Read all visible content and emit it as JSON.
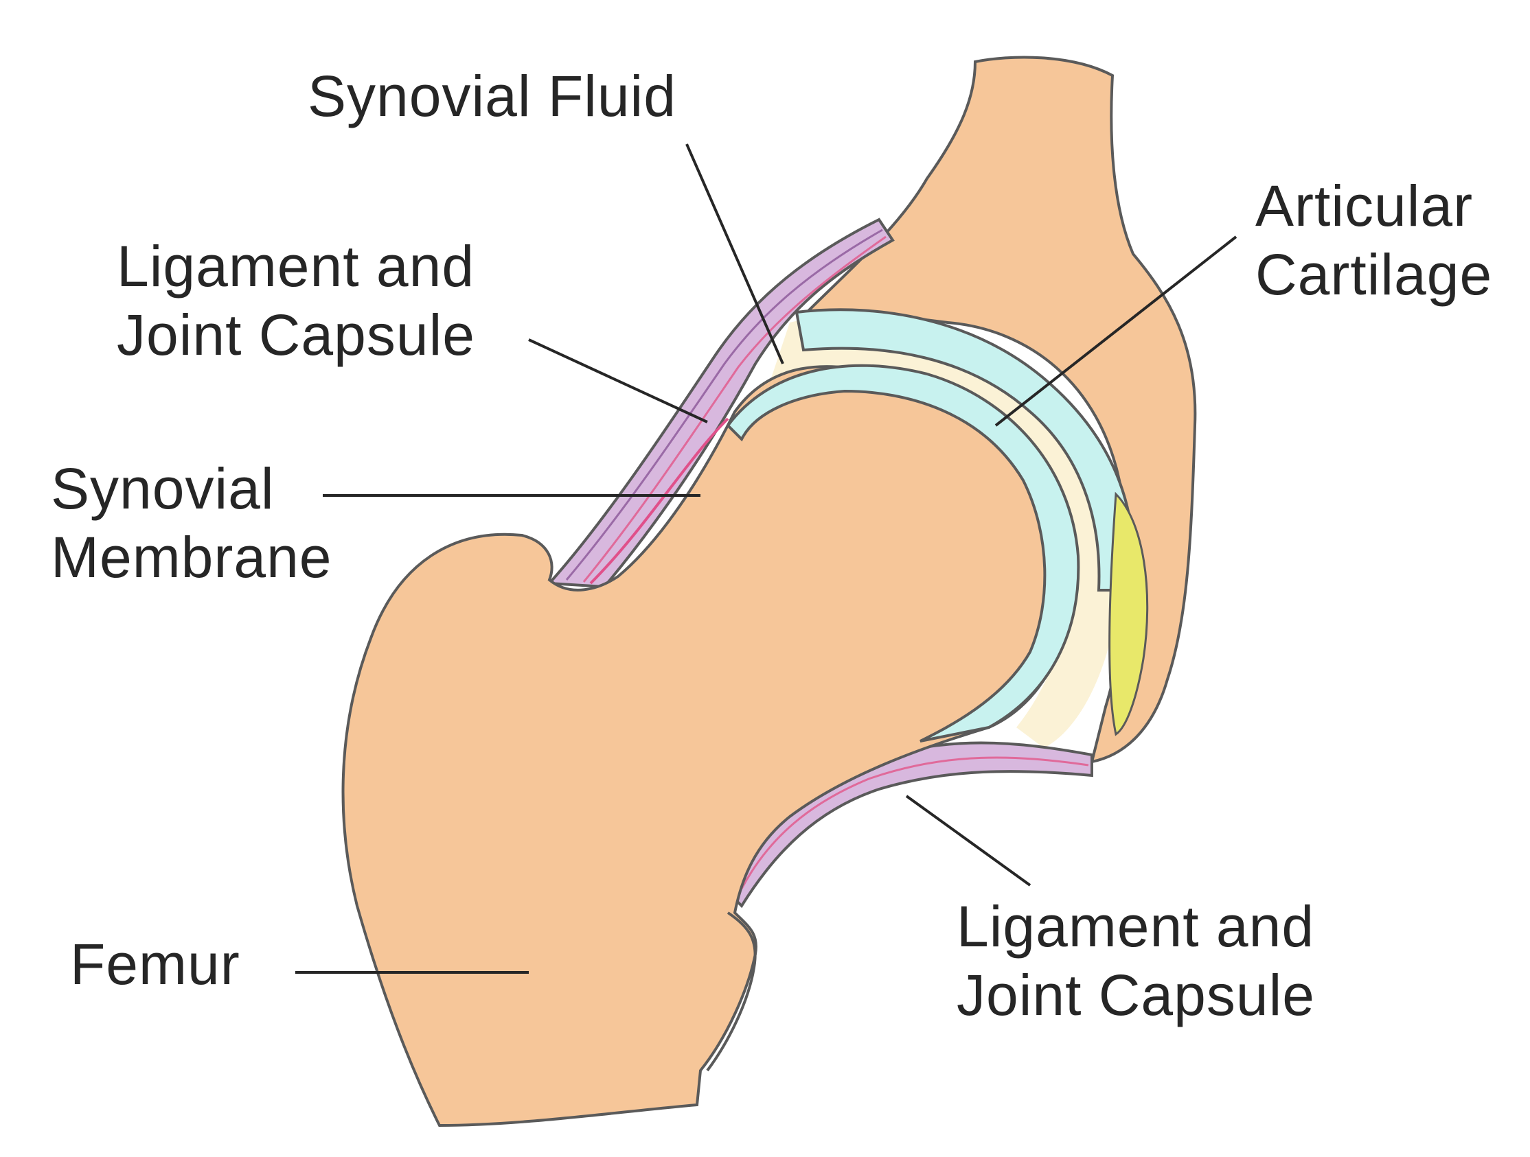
{
  "labels": {
    "synovial_fluid": "Synovial Fluid",
    "articular_cartilage": [
      "Articular",
      "Cartilage"
    ],
    "ligament_upper": [
      "Ligament and",
      "Joint Capsule"
    ],
    "synovial_membrane": [
      "Synovial",
      "Membrane"
    ],
    "femur": "Femur",
    "ligament_lower": [
      "Ligament and",
      "Joint Capsule"
    ]
  },
  "colors": {
    "bone": "#f6c699",
    "cartilage": "#c8f2ef",
    "ligament": "#d8b8de",
    "synovial_fluid": "#fbf2d6",
    "fat_pad": "#e8e86a",
    "outline": "#5a5a5a",
    "text": "#262626"
  }
}
